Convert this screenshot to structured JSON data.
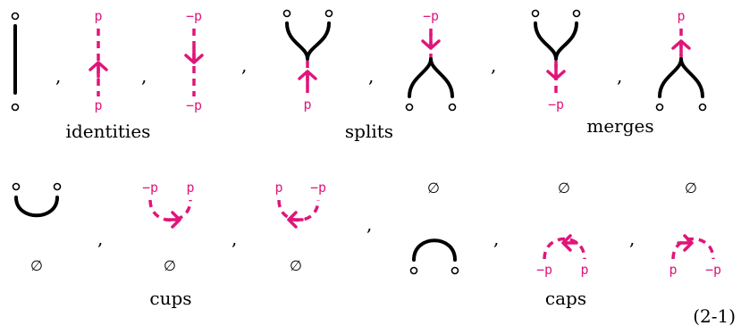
{
  "colors": {
    "strand": "#000000",
    "label": "#e0157a"
  },
  "symbols": {
    "p": "p",
    "neg_p": "−p",
    "empty": "∅",
    "comma": ","
  },
  "captions": {
    "identities": "identities",
    "splits": "splits",
    "merges": "merges",
    "cups": "cups",
    "caps": "caps"
  },
  "equation_number": "(2-1)"
}
